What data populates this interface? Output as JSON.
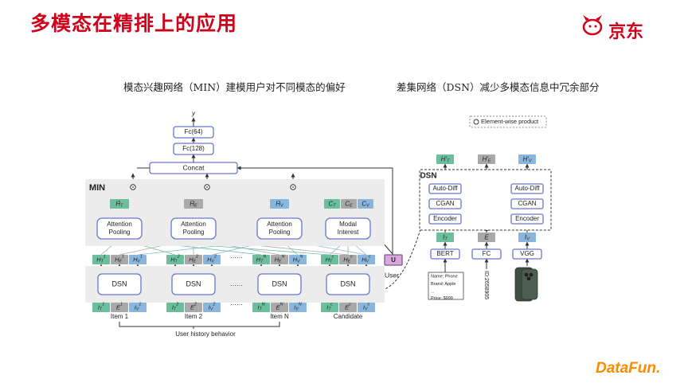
{
  "slide": {
    "title": "多模态在精排上的应用",
    "logo_text": "京东",
    "footer_logo": "DataFun."
  },
  "min_diagram": {
    "caption": "模态兴趣网络（MIN）建模用户对不同模态的偏好",
    "label": "MIN",
    "top": {
      "y": "y",
      "fc64": "Fc(64)",
      "fc128": "Fc(128)",
      "concat": "Concat"
    },
    "attention_label_1": "Attention",
    "attention_label_2": "Pooling",
    "modal_label_1": "Modal",
    "modal_label_2": "Interest",
    "dsn_label": "DSN",
    "user_box": "U",
    "user_label": "User",
    "items": [
      "Item 1",
      "Item 2",
      "Item N",
      "Candidate"
    ],
    "history_label": "User history behavior",
    "ellipsis": "……",
    "pooled": [
      "H̄_T",
      "H̄_E",
      "H̄_V"
    ],
    "modal_outputs": [
      "C_T",
      "C_E",
      "C_V"
    ],
    "dsn_outputs": [
      [
        "H_T^1",
        "H_E^1",
        "H_V^1"
      ],
      [
        "H_T^2",
        "H_E^2",
        "H_V^2"
      ],
      [
        "H_T^N",
        "H_E^N",
        "H_V^N"
      ],
      [
        "H_T^c",
        "H_E^c",
        "H_V^c"
      ]
    ],
    "inputs": [
      [
        "I_T^1",
        "E^1",
        "I_V^1"
      ],
      [
        "I_T^2",
        "E^2",
        "I_V^2"
      ],
      [
        "I_T^N",
        "E^N",
        "I_V^N"
      ],
      [
        "I_T^c",
        "E^c",
        "I_V^c"
      ]
    ]
  },
  "dsn_diagram": {
    "caption": "差集网络（DSN）减少多模态信息中冗余部分",
    "legend": "Element-wise product",
    "label": "DSN",
    "outputs": [
      "H'_T",
      "H'_E",
      "H'_V"
    ],
    "auto_diff": "Auto-Diff",
    "cgan": "CGAN",
    "encoder": "Encoder",
    "inputs": [
      "I_T",
      "E",
      "I_V"
    ],
    "extractors": [
      "BERT",
      "FC",
      "VGG"
    ],
    "product_text": [
      "Name: Phone",
      "Brand: Apple",
      "...",
      "Price: $999"
    ],
    "id_text": "ID:2658905"
  },
  "colors": {
    "title": "#d0021b",
    "text_modal": "#6cbf9c",
    "id_modal": "#a9a9a9",
    "visual_modal": "#8ab6dd",
    "box_border": "#6677cc",
    "panel": "#ececec"
  }
}
